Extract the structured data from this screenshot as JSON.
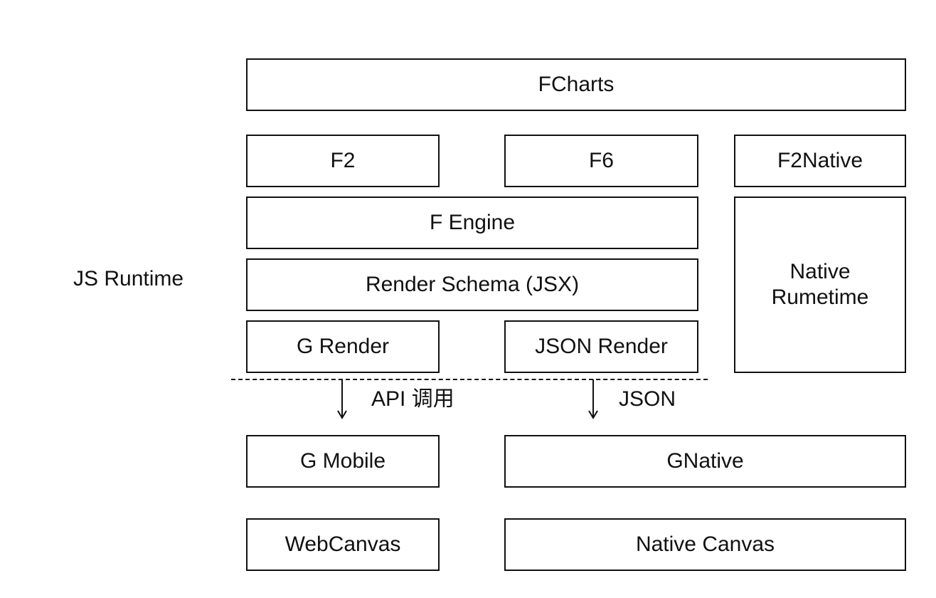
{
  "diagram": {
    "side_label": "JS Runtime",
    "boxes": {
      "fcharts": "FCharts",
      "f2": "F2",
      "f6": "F6",
      "f2native": "F2Native",
      "fengine": "F Engine",
      "native_runtime": "Native\nRumetime",
      "render_schema": "Render Schema (JSX)",
      "g_render": "G Render",
      "json_render": "JSON Render",
      "g_mobile": "G Mobile",
      "gnative": "GNative",
      "webcanvas": "WebCanvas",
      "native_canvas": "Native Canvas"
    },
    "connectors": {
      "api_call": "API 调用",
      "json": "JSON"
    }
  }
}
